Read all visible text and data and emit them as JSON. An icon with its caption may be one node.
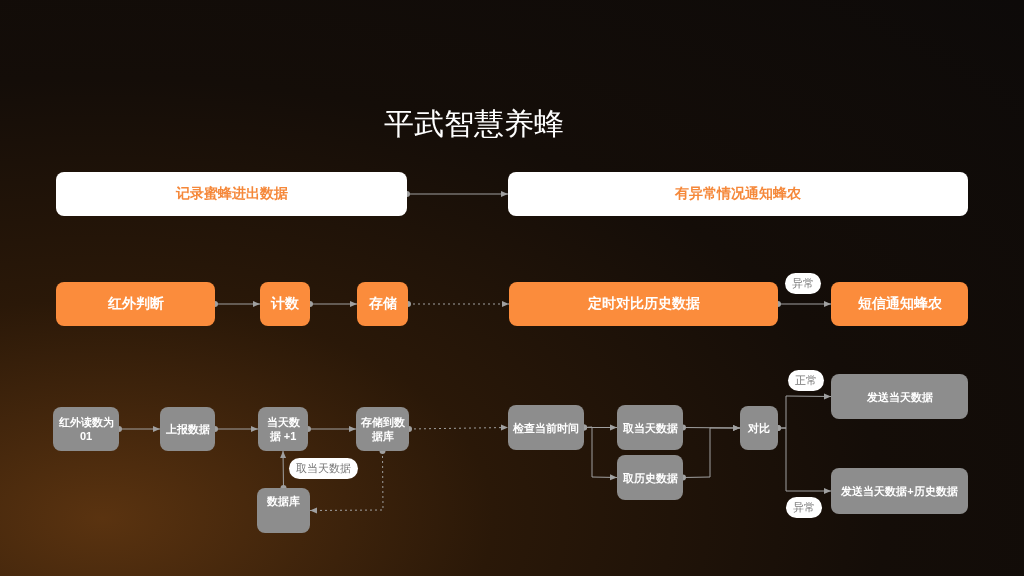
{
  "diagram": {
    "title": "平武智慧养蜂",
    "nodes": [
      {
        "text": [
          "记录蜜蜂进出数据"
        ]
      },
      {
        "text": [
          "有异常情况通知蜂农"
        ]
      },
      {
        "text": [
          "红外判断"
        ]
      },
      {
        "text": [
          "计数"
        ]
      },
      {
        "text": [
          "存储"
        ]
      },
      {
        "text": [
          "定时对比历史数据"
        ]
      },
      {
        "text": [
          "短信通知蜂农"
        ]
      },
      {
        "text": [
          "红外读数为 01"
        ]
      },
      {
        "text": [
          "上报数据"
        ]
      },
      {
        "text": [
          "当天数据 +1"
        ]
      },
      {
        "text": [
          "存储到数据库"
        ]
      },
      {
        "text": [
          "数据库"
        ]
      },
      {
        "text": [
          "检查当前时间"
        ]
      },
      {
        "text": [
          "取当天数据"
        ]
      },
      {
        "text": [
          "取历史数据"
        ]
      },
      {
        "text": [
          "对比"
        ]
      },
      {
        "text": [
          "发送当天数据"
        ]
      },
      {
        "text": [
          "发送当天数据+历史数据"
        ]
      }
    ],
    "edges": [
      {
        "from": 0,
        "to": 1,
        "arrow": "to"
      },
      {
        "from": 2,
        "to": 3,
        "arrow": "to"
      },
      {
        "from": 3,
        "to": 4,
        "arrow": "to"
      },
      {
        "from": 4,
        "to": 5,
        "arrow": "to",
        "style": "dashed"
      },
      {
        "from": 5,
        "to": 6,
        "arrow": "to",
        "label": "异常"
      },
      {
        "from": 7,
        "to": 8,
        "arrow": "to"
      },
      {
        "from": 8,
        "to": 9,
        "arrow": "to"
      },
      {
        "from": 9,
        "to": 10,
        "arrow": "to"
      },
      {
        "from": 10,
        "to": 12,
        "arrow": "to",
        "style": "dashed"
      },
      {
        "from": 10,
        "to": 11,
        "arrow": "to",
        "style": "dashed"
      },
      {
        "from": 11,
        "to": 9,
        "arrow": "to",
        "label": "取当天数据"
      },
      {
        "from": 12,
        "to": 13,
        "arrow": "to"
      },
      {
        "from": 12,
        "to": 14,
        "arrow": "to"
      },
      {
        "from": 13,
        "to": 15,
        "arrow": "to"
      },
      {
        "from": 14,
        "to": 15,
        "arrow": "to"
      },
      {
        "from": 15,
        "to": 16,
        "arrow": "to",
        "label": "正常"
      },
      {
        "from": 15,
        "to": 17,
        "arrow": "to",
        "label": "异常"
      }
    ]
  }
}
